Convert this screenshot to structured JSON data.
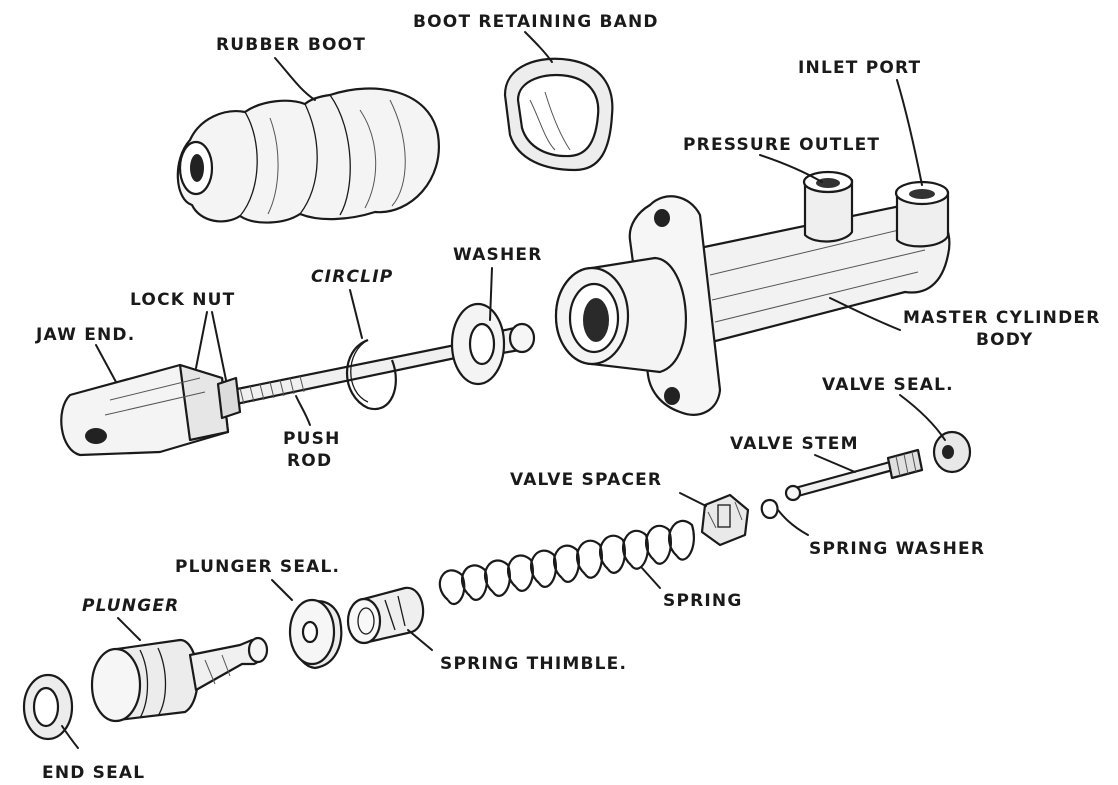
{
  "labels": {
    "rubber_boot": "RUBBER BOOT",
    "boot_retaining_band": "BOOT RETAINING BAND",
    "inlet_port": "INLET PORT",
    "pressure_outlet": "PRESSURE OUTLET",
    "washer": "WASHER",
    "circlip": "CIRCLIP",
    "lock_nut": "LOCK NUT",
    "jaw_end": "JAW END.",
    "push_rod_1": "PUSH",
    "push_rod_2": "ROD",
    "master_cylinder_1": "MASTER CYLINDER",
    "master_cylinder_2": "BODY",
    "valve_seal": "VALVE SEAL.",
    "valve_stem": "VALVE STEM",
    "valve_spacer": "VALVE SPACER",
    "spring_washer": "SPRING WASHER",
    "plunger_seal": "PLUNGER SEAL.",
    "plunger": "PLUNGER",
    "spring": "SPRING",
    "spring_thimble": "SPRING THIMBLE.",
    "end_seal": "END SEAL"
  }
}
